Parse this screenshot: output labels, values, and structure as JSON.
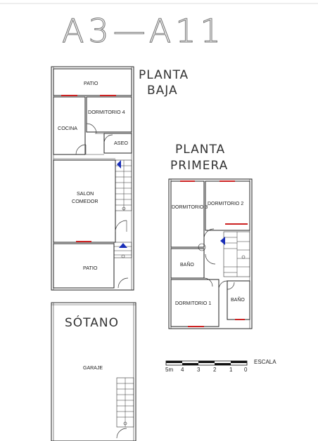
{
  "drawing_title": "A3—A11",
  "floors": {
    "planta_baja": {
      "heading_line1": "PLANTA",
      "heading_line2": "BAJA",
      "rooms": {
        "patio_top": "PATIO",
        "dormitorio_4": "DORMITORIO  4",
        "cocina": "COCINA",
        "aseo": "ASEO",
        "salon_line1": "SALON",
        "salon_line2": "COMEDOR",
        "patio_bottom": "PATIO"
      }
    },
    "planta_primera": {
      "heading_line1": "PLANTA",
      "heading_line2": "PRIMERA",
      "rooms": {
        "dormitorio_3": "DORMITORIO  3",
        "dormitorio_2": "DORMITORIO  2",
        "bano_left": "BAÑO",
        "dormitorio_1": "DORMITORIO  1",
        "bano_right": "BAÑO"
      }
    },
    "sotano": {
      "heading": "SÓTANO",
      "rooms": {
        "garaje": "GARAJE"
      }
    }
  },
  "scale_bar": {
    "label": "ESCALA",
    "ticks": [
      "5m",
      "4",
      "3",
      "2",
      "1",
      "0"
    ]
  },
  "colors": {
    "walls": "#222222",
    "windows": "#cc2222",
    "stair_arrow": "#1a2fb8"
  }
}
